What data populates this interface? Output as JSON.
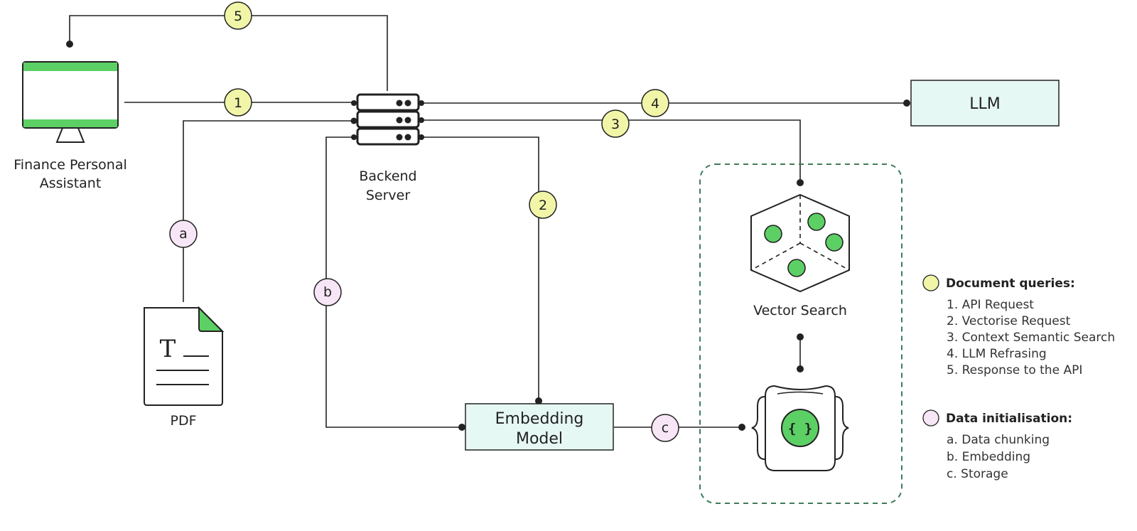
{
  "colors": {
    "query_badge": "#f1f5a7",
    "init_badge": "#f6e6f6",
    "green": "#5cd065",
    "box_fill": "#e6f8f4",
    "dashed_border": "#3f7a5a",
    "line": "#222222"
  },
  "nodes": {
    "assistant": {
      "label_line1": "Finance Personal",
      "label_line2": "Assistant",
      "icon": "monitor-icon"
    },
    "backend": {
      "label_line1": "Backend",
      "label_line2": "Server",
      "icon": "server-icon"
    },
    "llm": {
      "label": "LLM"
    },
    "pdf": {
      "label": "PDF",
      "icon": "document-icon"
    },
    "embedding": {
      "label_line1": "Embedding",
      "label_line2": "Model"
    },
    "vector_search": {
      "label": "Vector Search",
      "icon": "vector-cube-icon"
    },
    "storage": {
      "icon": "json-storage-icon",
      "glyph": "{ }"
    }
  },
  "steps": {
    "s1": "1",
    "s2": "2",
    "s3": "3",
    "s4": "4",
    "s5": "5",
    "a": "a",
    "b": "b",
    "c": "c"
  },
  "legend": {
    "queries": {
      "title": "Document queries:",
      "items": [
        "1.  API Request",
        "2.  Vectorise Request",
        "3.  Context Semantic Search",
        "4.  LLM Refrasing",
        "5.  Response to the API"
      ]
    },
    "init": {
      "title": "Data initialisation:",
      "items": [
        "a.  Data chunking",
        "b.  Embedding",
        "c.  Storage"
      ]
    }
  }
}
